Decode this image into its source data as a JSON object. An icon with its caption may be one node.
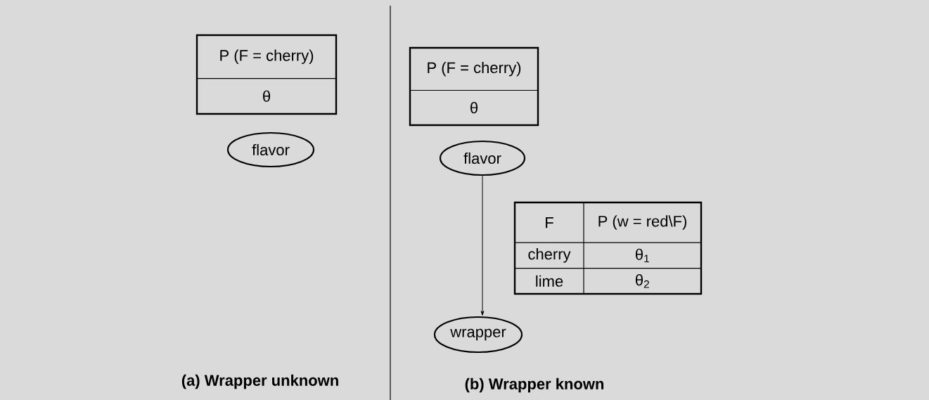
{
  "diagram": {
    "nodes": [
      {
        "text": [
          "P (F = cherry)",
          "θ"
        ]
      },
      {
        "text": [
          "flavor"
        ]
      },
      {
        "text": [
          "P (F = cherry)",
          "θ"
        ]
      },
      {
        "text": [
          "flavor"
        ]
      },
      {
        "text": [
          "F",
          "P (w = red\\F)",
          "cherry",
          "θ$_{1}$",
          "lime",
          "θ$_{2}$"
        ]
      },
      {
        "text": [
          "wrapper"
        ]
      }
    ],
    "edges": [
      {
        "from": 3,
        "to": 5,
        "arrow": "to"
      }
    ],
    "labels": [
      "(a) Wrapper unknown",
      "(b) Wrapper known"
    ]
  }
}
